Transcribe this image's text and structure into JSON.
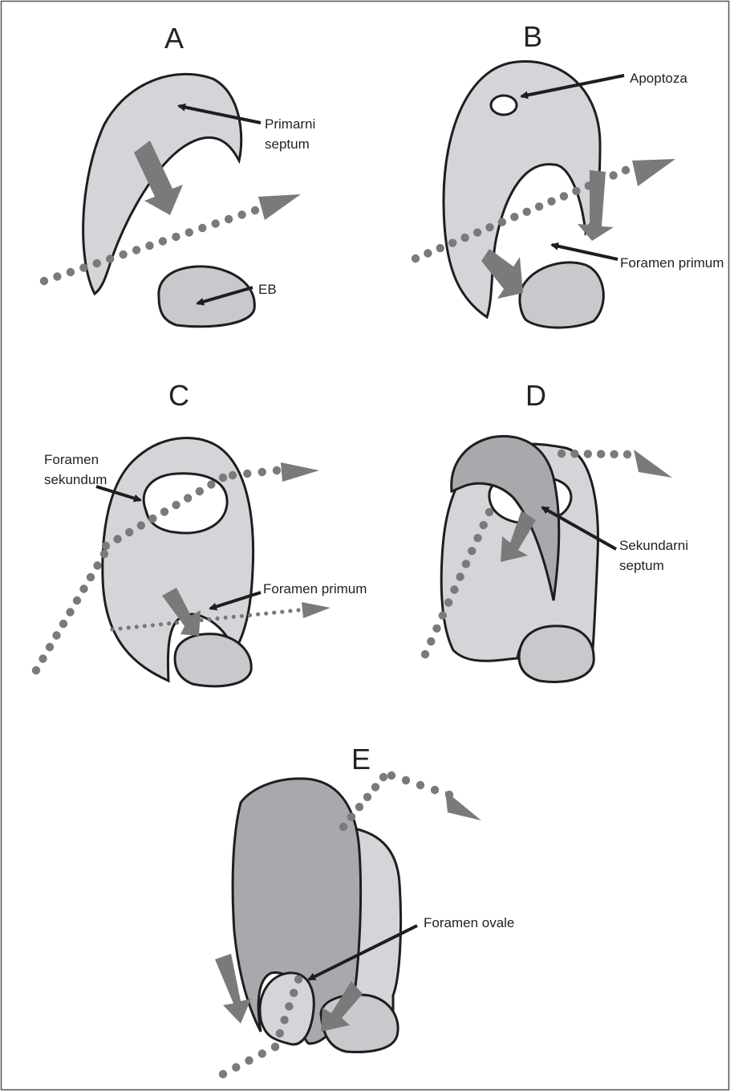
{
  "colors": {
    "primary_septum": "#d4d5d8",
    "secondary_septum": "#a8a9ac",
    "endocardial_cushion": "#c8c9cc",
    "flow_arrow": "#7a7a7a",
    "flow_dots": "#7a7a7a",
    "outline": "#1e1e1e",
    "pointer": "#1e1e1e"
  },
  "panels": {
    "a": {
      "letter": "A",
      "labels": {
        "primarni_line1": "Primarni",
        "primarni_line2": "septum",
        "eb": "EB"
      }
    },
    "b": {
      "letter": "B",
      "labels": {
        "apoptoza": "Apoptoza",
        "foramen_primum": "Foramen primum"
      }
    },
    "c": {
      "letter": "C",
      "labels": {
        "sekundum_line1": "Foramen",
        "sekundum_line2": "sekundum",
        "foramen_primum": "Foramen primum"
      }
    },
    "d": {
      "letter": "D",
      "labels": {
        "sekundarni_line1": "Sekundarni",
        "sekundarni_line2": "septum"
      }
    },
    "e": {
      "letter": "E",
      "labels": {
        "foramen_ovale": "Foramen ovale"
      }
    }
  }
}
